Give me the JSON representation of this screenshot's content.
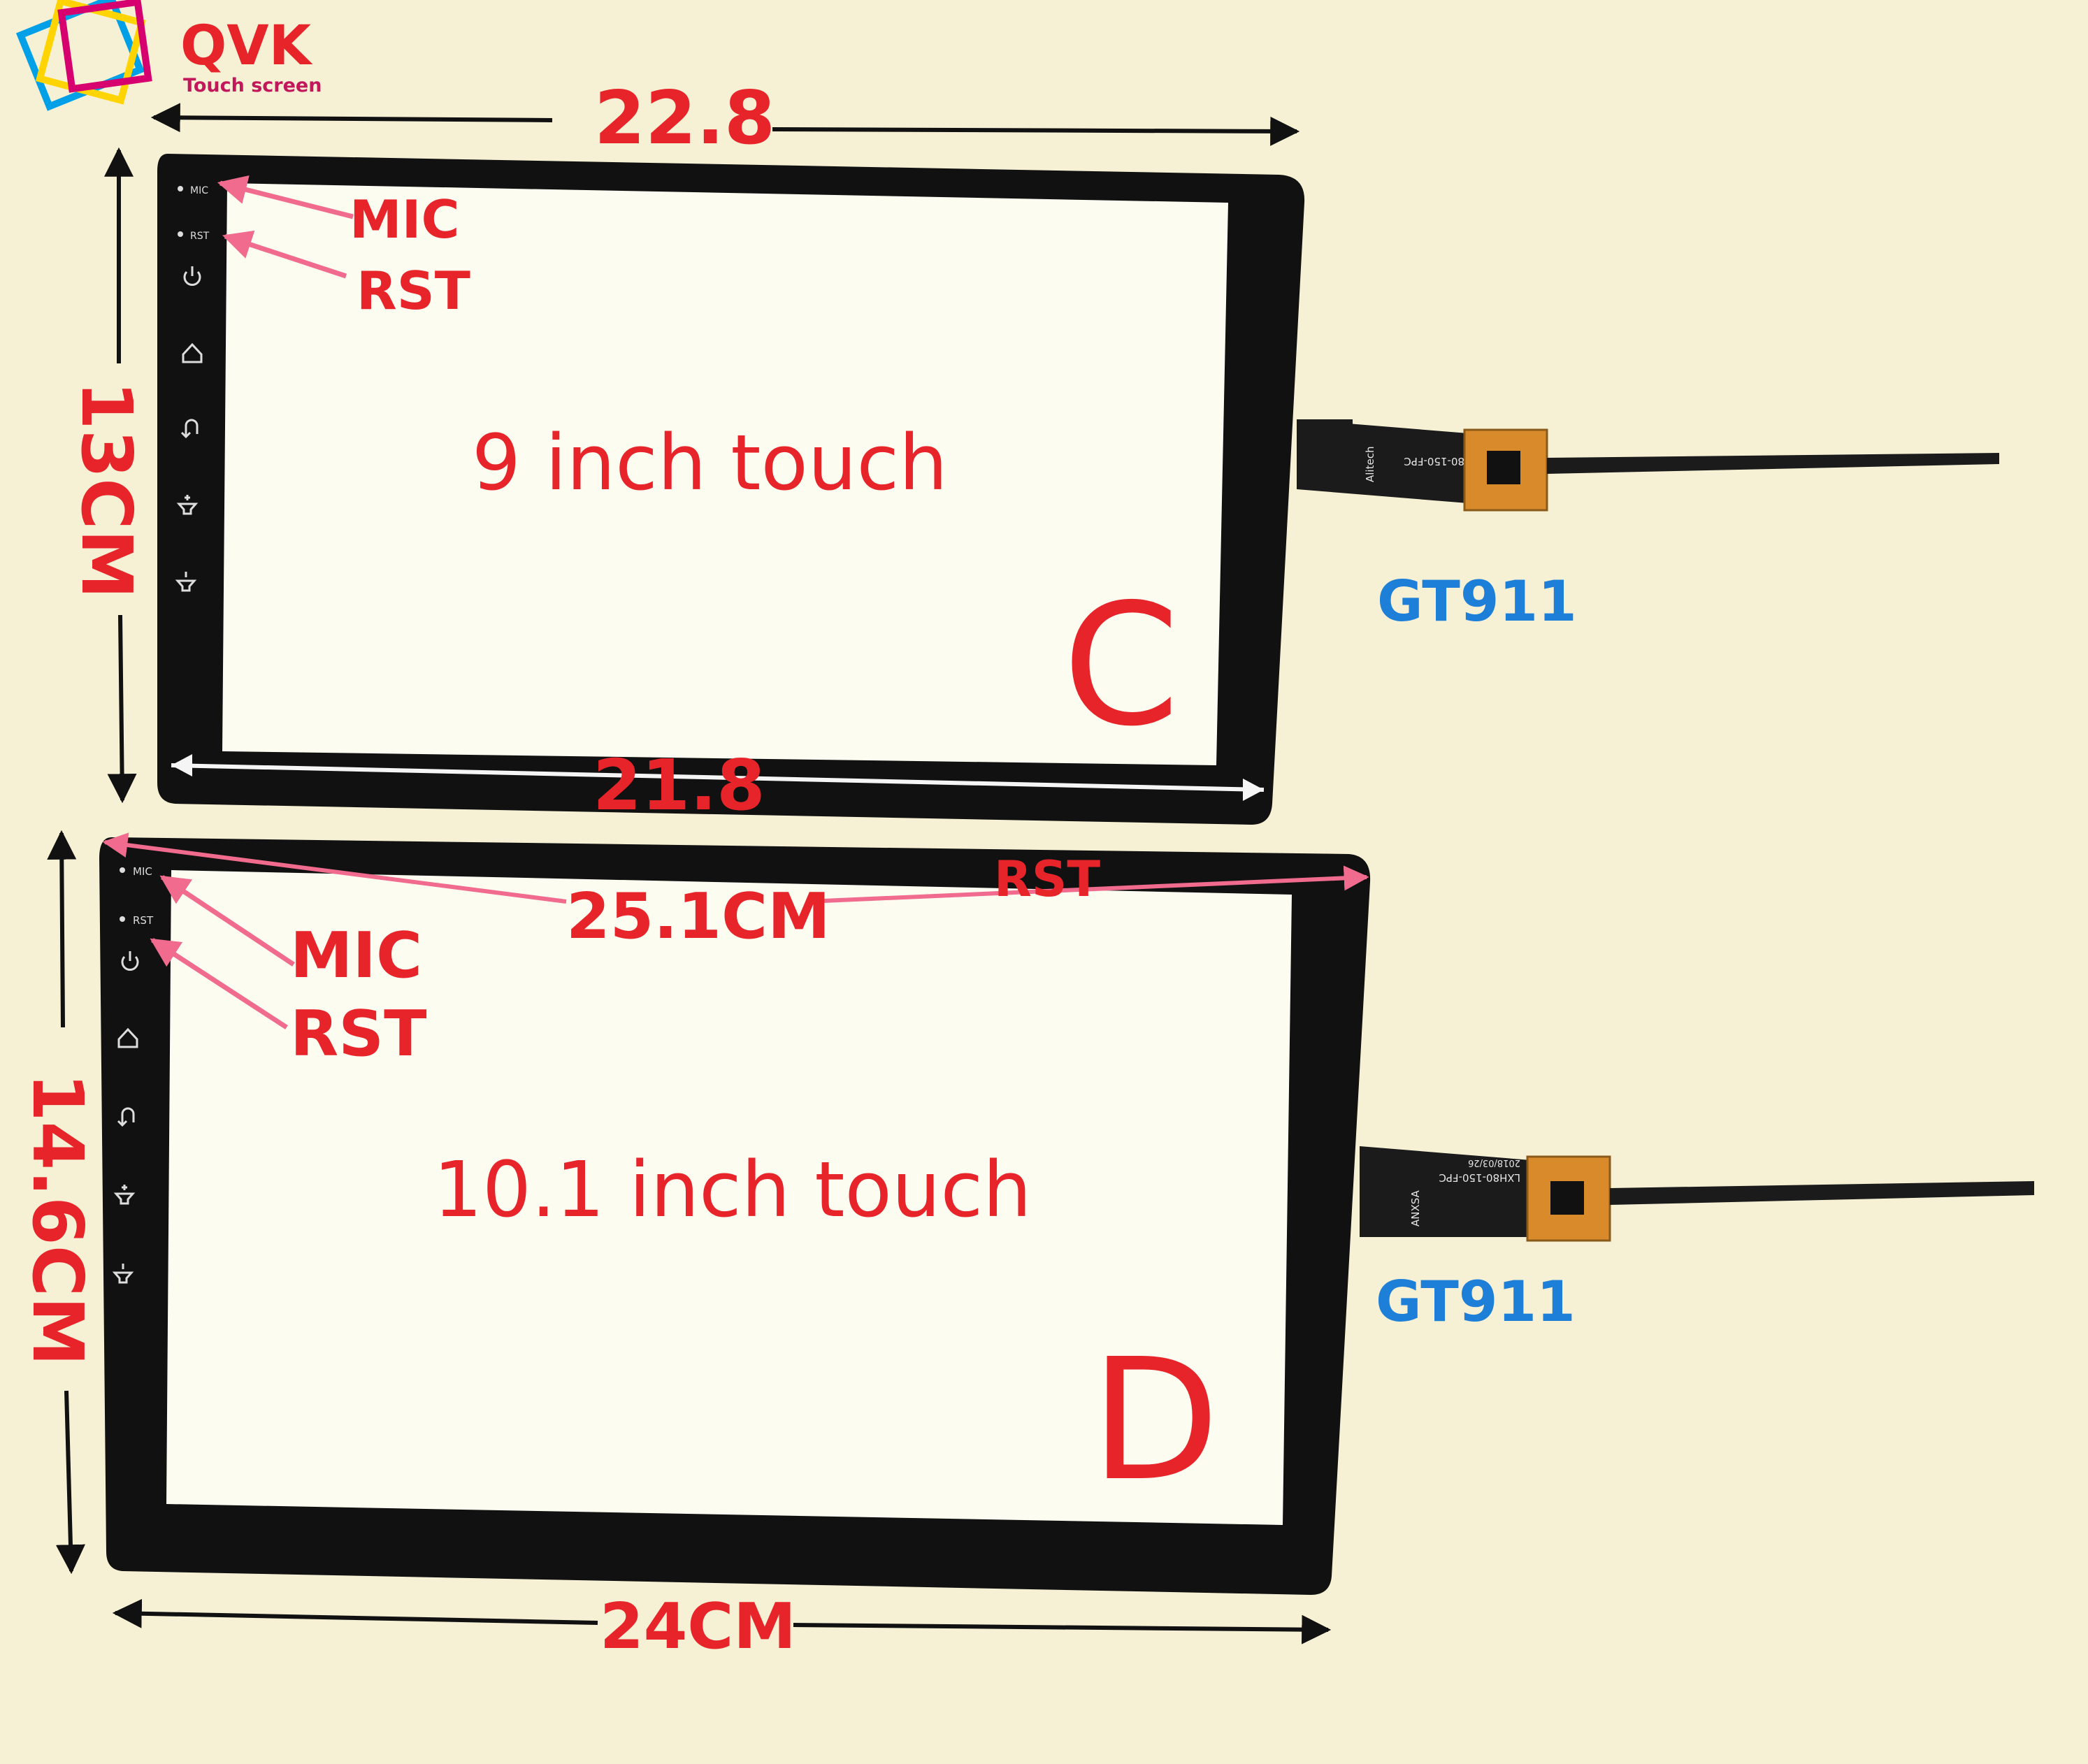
{
  "brand": {
    "name": "QVK",
    "tagline": "Touch screen",
    "colors": {
      "name": "#e8242b",
      "tagline": "#c2185b",
      "logo_a": "#00a0e9",
      "logo_b": "#ffd400",
      "logo_c": "#d6006f"
    }
  },
  "colors": {
    "annotation": "#e8242b",
    "ic_label": "#1e7fd8",
    "arrow_pink": "#f06b8e",
    "bezel": "#111111",
    "fpc": "#1b1b1b",
    "chip_board": "#d98a2b",
    "background": "#f6f1d4"
  },
  "panel_c": {
    "model_letter": "C",
    "label": "9 inch touch",
    "width_outer": "22.8",
    "width_inner": "21.8",
    "height": "13CM",
    "callout_mic": "MIC",
    "callout_rst": "RST",
    "bezel_mic": "MIC",
    "bezel_rst": "RST",
    "ic": "GT911",
    "fpc_vendor": "Alitech",
    "fpc_part": "80-150-FPC",
    "buttons": [
      "power-icon",
      "home-icon",
      "back-icon",
      "volume-up-icon",
      "volume-down-icon"
    ]
  },
  "panel_d": {
    "model_letter": "D",
    "label": "10.1 inch touch",
    "diagonal": "25.1CM",
    "width": "24CM",
    "height": "14.6CM",
    "callout_mic": "MIC",
    "callout_rst": "RST",
    "callout_rst_top": "RST",
    "bezel_mic": "MIC",
    "bezel_rst": "RST",
    "ic": "GT911",
    "fpc_vendor": "ANXSA",
    "fpc_part": "LXH80-150-FPC",
    "fpc_date": "2018/03/26",
    "buttons": [
      "power-icon",
      "home-icon",
      "back-icon",
      "volume-up-icon",
      "volume-down-icon"
    ]
  }
}
